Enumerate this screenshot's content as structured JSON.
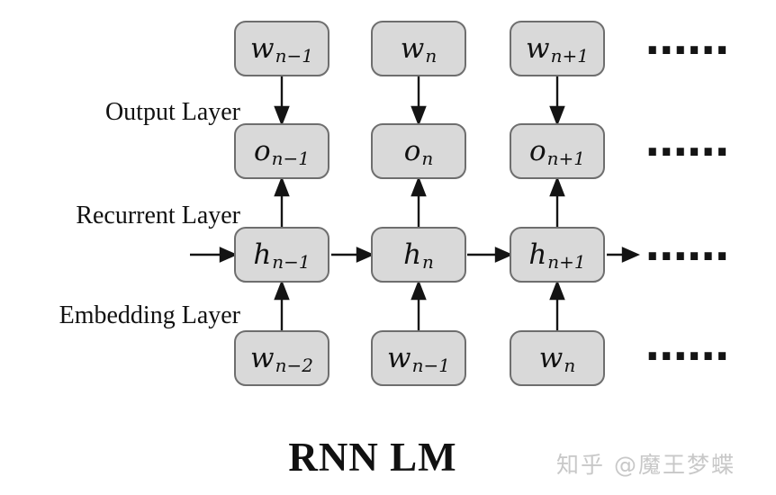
{
  "diagram": {
    "layers": [
      {
        "label": "Output Layer"
      },
      {
        "label": "Recurrent Layer"
      },
      {
        "label": "Embedding Layer"
      }
    ],
    "nodes": {
      "word_top": [
        {
          "main": "w",
          "sub": "n−1"
        },
        {
          "main": "w",
          "sub": "n"
        },
        {
          "main": "w",
          "sub": "n+1"
        }
      ],
      "output": [
        {
          "main": "o",
          "sub": "n−1"
        },
        {
          "main": "o",
          "sub": "n"
        },
        {
          "main": "o",
          "sub": "n+1"
        }
      ],
      "hidden": [
        {
          "main": "h",
          "sub": "n−1"
        },
        {
          "main": "h",
          "sub": "n"
        },
        {
          "main": "h",
          "sub": "n+1"
        }
      ],
      "word_bottom": [
        {
          "main": "w",
          "sub": "n−2"
        },
        {
          "main": "w",
          "sub": "n−1"
        },
        {
          "main": "w",
          "sub": "n"
        }
      ]
    },
    "ellipsis": "......",
    "title": "RNN LM",
    "watermark": "知乎 @魔王梦蝶",
    "colors": {
      "node_fill": "#d9d9d9",
      "node_border": "#6e6e6e",
      "line": "#111111",
      "watermark": "#c8c8c8"
    }
  }
}
